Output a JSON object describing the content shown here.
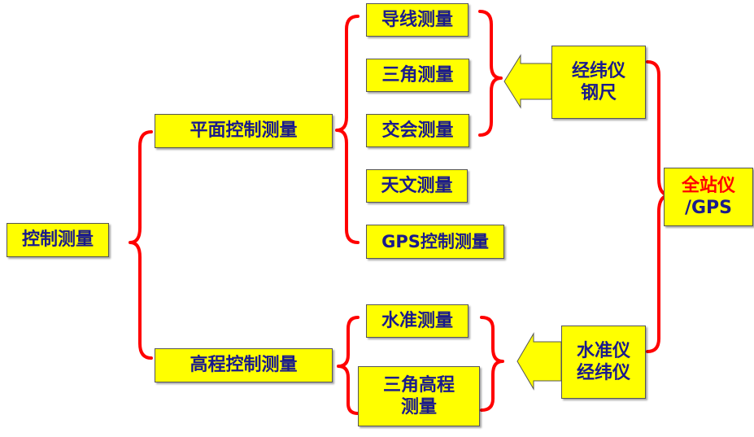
{
  "colors": {
    "box_fill": "#ffff00",
    "text": "#1a1a8c",
    "bracket": "#ff0000",
    "highlight_text": "#ff0000"
  },
  "nodes": {
    "root": "控制测量",
    "plane": "平面控制测量",
    "height": "高程控制测量",
    "traverse": "导线测量",
    "triangulation": "三角测量",
    "intersection": "交会测量",
    "astronomical": "天文测量",
    "gps": "GPS控制测量",
    "leveling": "水准测量",
    "trig_height_line1": "三角高程",
    "trig_height_line2": "测量"
  },
  "instruments": {
    "plane_top_line1": "经纬仪",
    "plane_top_line2": "钢尺",
    "height_line1": "水准仪",
    "height_line2": "经纬仪",
    "total_station": "全站仪",
    "gps_label": "/GPS"
  }
}
